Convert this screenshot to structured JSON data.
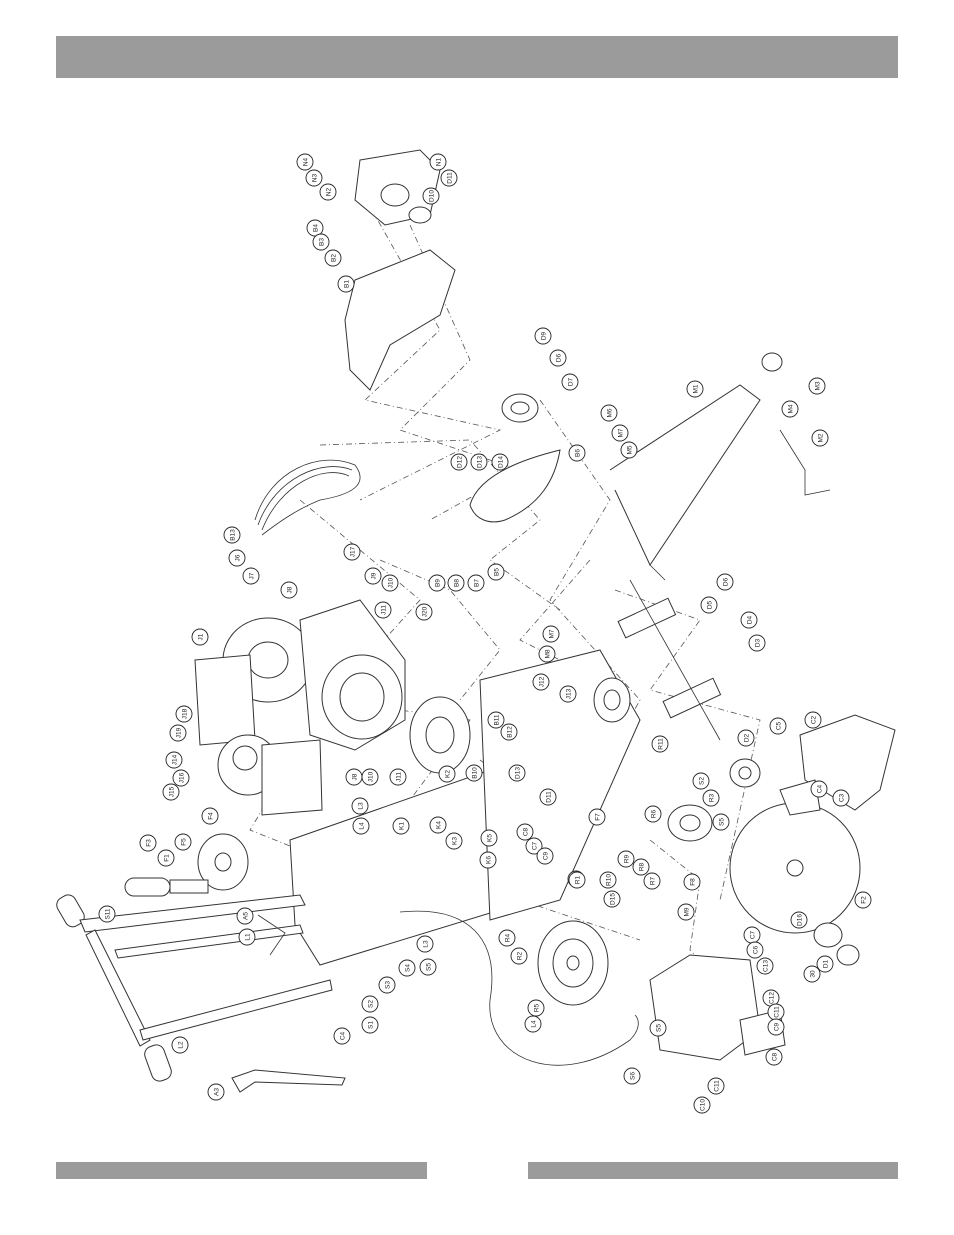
{
  "header": {
    "title": ""
  },
  "footer": {
    "left_text": "",
    "right_text": ""
  },
  "callouts": [
    {
      "id": "N4"
    },
    {
      "id": "N3"
    },
    {
      "id": "N2"
    },
    {
      "id": "N1"
    },
    {
      "id": "D11"
    },
    {
      "id": "D10"
    },
    {
      "id": "B4"
    },
    {
      "id": "B3"
    },
    {
      "id": "B2"
    },
    {
      "id": "B1"
    },
    {
      "id": "D9"
    },
    {
      "id": "D6"
    },
    {
      "id": "D7"
    },
    {
      "id": "M3"
    },
    {
      "id": "M1"
    },
    {
      "id": "M4"
    },
    {
      "id": "M2"
    },
    {
      "id": "M6"
    },
    {
      "id": "M7"
    },
    {
      "id": "M5"
    },
    {
      "id": "D12"
    },
    {
      "id": "D13"
    },
    {
      "id": "D14"
    },
    {
      "id": "B6"
    },
    {
      "id": "B13"
    },
    {
      "id": "J6"
    },
    {
      "id": "J7"
    },
    {
      "id": "J8"
    },
    {
      "id": "J17"
    },
    {
      "id": "B9"
    },
    {
      "id": "B8"
    },
    {
      "id": "B7"
    },
    {
      "id": "B5"
    },
    {
      "id": "J9"
    },
    {
      "id": "J10"
    },
    {
      "id": "J11"
    },
    {
      "id": "J20"
    },
    {
      "id": "J1"
    },
    {
      "id": "D6"
    },
    {
      "id": "D5"
    },
    {
      "id": "D4"
    },
    {
      "id": "D3"
    },
    {
      "id": "M7"
    },
    {
      "id": "M8"
    },
    {
      "id": "J12"
    },
    {
      "id": "J13"
    },
    {
      "id": "B11"
    },
    {
      "id": "B12"
    },
    {
      "id": "J18"
    },
    {
      "id": "J19"
    },
    {
      "id": "J16"
    },
    {
      "id": "J15"
    },
    {
      "id": "J14"
    },
    {
      "id": "J8"
    },
    {
      "id": "J10"
    },
    {
      "id": "J11"
    },
    {
      "id": "K2"
    },
    {
      "id": "B10"
    },
    {
      "id": "D13"
    },
    {
      "id": "D11"
    },
    {
      "id": "R11"
    },
    {
      "id": "C5"
    },
    {
      "id": "C2"
    },
    {
      "id": "C4"
    },
    {
      "id": "C3"
    },
    {
      "id": "D2"
    },
    {
      "id": "S2"
    },
    {
      "id": "S5"
    },
    {
      "id": "R3"
    },
    {
      "id": "R6"
    },
    {
      "id": "F7"
    },
    {
      "id": "K1"
    },
    {
      "id": "L3"
    },
    {
      "id": "L4"
    },
    {
      "id": "K4"
    },
    {
      "id": "K3"
    },
    {
      "id": "K5"
    },
    {
      "id": "K6"
    },
    {
      "id": "C8"
    },
    {
      "id": "C7"
    },
    {
      "id": "C9"
    },
    {
      "id": "C1"
    },
    {
      "id": "R10"
    },
    {
      "id": "R9"
    },
    {
      "id": "R8"
    },
    {
      "id": "R7"
    },
    {
      "id": "M9"
    },
    {
      "id": "F8"
    },
    {
      "id": "R1"
    },
    {
      "id": "D15"
    },
    {
      "id": "D16"
    },
    {
      "id": "D1"
    },
    {
      "id": "30"
    },
    {
      "id": "F2"
    },
    {
      "id": "F4"
    },
    {
      "id": "F3"
    },
    {
      "id": "F1"
    },
    {
      "id": "F5"
    },
    {
      "id": "A5"
    },
    {
      "id": "L1"
    },
    {
      "id": "S11"
    },
    {
      "id": "R4"
    },
    {
      "id": "R2"
    },
    {
      "id": "R5"
    },
    {
      "id": "L4"
    },
    {
      "id": "L3"
    },
    {
      "id": "S5"
    },
    {
      "id": "S4"
    },
    {
      "id": "S3"
    },
    {
      "id": "S2"
    },
    {
      "id": "S1"
    },
    {
      "id": "C4"
    },
    {
      "id": "C7"
    },
    {
      "id": "C6"
    },
    {
      "id": "C13"
    },
    {
      "id": "C12"
    },
    {
      "id": "C11"
    },
    {
      "id": "C9"
    },
    {
      "id": "C8"
    },
    {
      "id": "S5"
    },
    {
      "id": "S6"
    },
    {
      "id": "C10"
    },
    {
      "id": "C11"
    },
    {
      "id": "L2"
    },
    {
      "id": "A3"
    }
  ]
}
